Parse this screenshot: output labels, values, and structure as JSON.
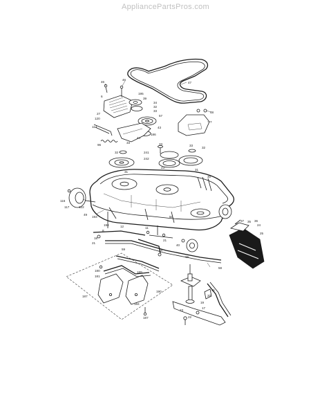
{
  "watermark": "AppliancePartsPros.com",
  "callouts": [
    {
      "id": "c46a",
      "text": "46"
    },
    {
      "id": "c46b",
      "text": "46"
    },
    {
      "id": "c47",
      "text": "47"
    },
    {
      "id": "c6",
      "text": "6"
    },
    {
      "id": "c195",
      "text": "195"
    },
    {
      "id": "c39",
      "text": "39"
    },
    {
      "id": "c34",
      "text": "34"
    },
    {
      "id": "c32a",
      "text": "32"
    },
    {
      "id": "c33a",
      "text": "33"
    },
    {
      "id": "c27",
      "text": "27"
    },
    {
      "id": "c120",
      "text": "120"
    },
    {
      "id": "c57",
      "text": "57"
    },
    {
      "id": "c43",
      "text": "43"
    },
    {
      "id": "c114",
      "text": "114"
    },
    {
      "id": "c186",
      "text": "186"
    },
    {
      "id": "c44",
      "text": "44"
    },
    {
      "id": "c48",
      "text": "48"
    },
    {
      "id": "c7",
      "text": "7"
    },
    {
      "id": "c33b",
      "text": "33"
    },
    {
      "id": "c96",
      "text": "96"
    },
    {
      "id": "c32b",
      "text": "32"
    },
    {
      "id": "c241",
      "text": "241"
    },
    {
      "id": "c242",
      "text": "242"
    },
    {
      "id": "c33c",
      "text": "33"
    },
    {
      "id": "c33d",
      "text": "33"
    },
    {
      "id": "c32c",
      "text": "32"
    },
    {
      "id": "c31a",
      "text": "31"
    },
    {
      "id": "c31b",
      "text": "31"
    },
    {
      "id": "c30",
      "text": "30"
    },
    {
      "id": "c23a",
      "text": "23"
    },
    {
      "id": "c116",
      "text": "116"
    },
    {
      "id": "c117",
      "text": "117"
    },
    {
      "id": "c122",
      "text": "122"
    },
    {
      "id": "c49",
      "text": "49"
    },
    {
      "id": "c50",
      "text": "50"
    },
    {
      "id": "c193",
      "text": "193"
    },
    {
      "id": "c194",
      "text": "194"
    },
    {
      "id": "c8",
      "text": "8"
    },
    {
      "id": "c12",
      "text": "12"
    },
    {
      "id": "c11",
      "text": "11"
    },
    {
      "id": "c37",
      "text": "37"
    },
    {
      "id": "c35",
      "text": "35"
    },
    {
      "id": "c36",
      "text": "36"
    },
    {
      "id": "c24",
      "text": "24"
    },
    {
      "id": "c25",
      "text": "25"
    },
    {
      "id": "c21a",
      "text": "21"
    },
    {
      "id": "c18a",
      "text": "18"
    },
    {
      "id": "c59",
      "text": "59"
    },
    {
      "id": "c18b",
      "text": "18"
    },
    {
      "id": "c40",
      "text": "40"
    },
    {
      "id": "c21b",
      "text": "21"
    },
    {
      "id": "c15",
      "text": "15"
    },
    {
      "id": "c58",
      "text": "58"
    },
    {
      "id": "c180",
      "text": "180"
    },
    {
      "id": "c181",
      "text": "181"
    },
    {
      "id": "c189",
      "text": "189"
    },
    {
      "id": "c190",
      "text": "190"
    },
    {
      "id": "c187a",
      "text": "187"
    },
    {
      "id": "c184",
      "text": "184"
    },
    {
      "id": "c187b",
      "text": "187"
    },
    {
      "id": "c21c",
      "text": "21"
    },
    {
      "id": "c20",
      "text": "20"
    },
    {
      "id": "c19",
      "text": "19"
    },
    {
      "id": "c17",
      "text": "17"
    },
    {
      "id": "c23b",
      "text": "23"
    },
    {
      "id": "c22",
      "text": "22"
    }
  ]
}
